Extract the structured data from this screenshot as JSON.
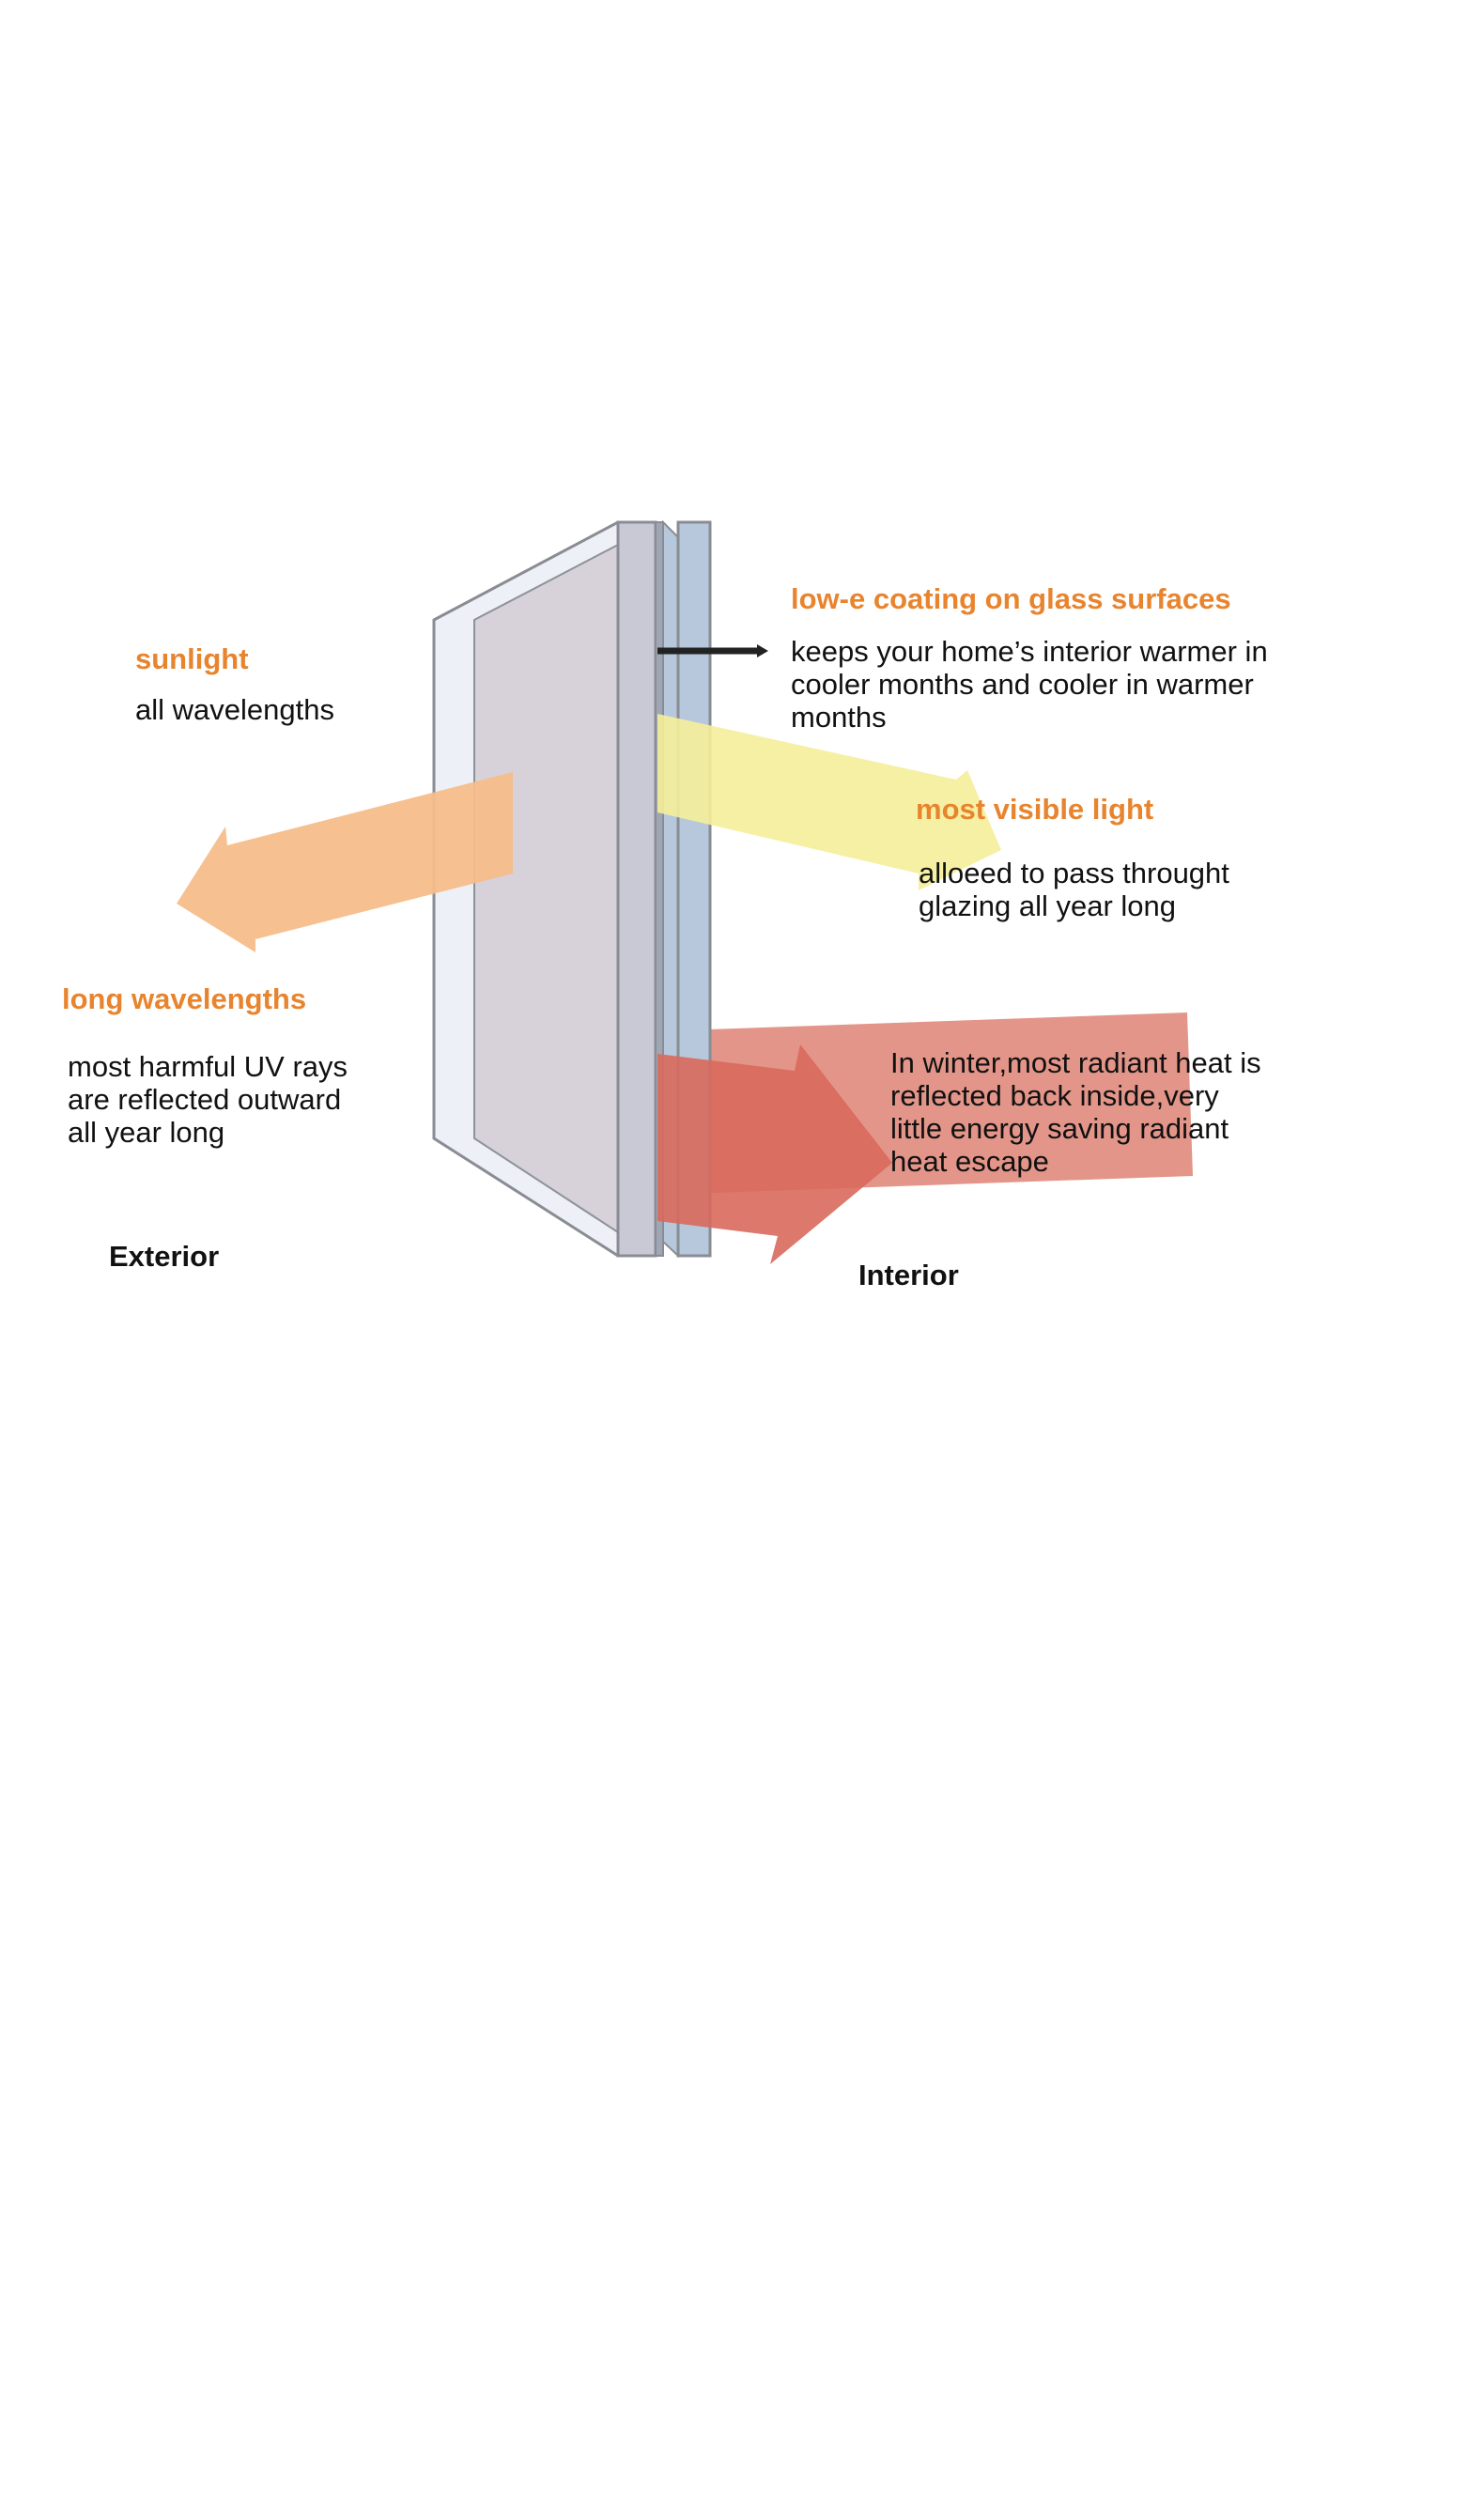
{
  "colors": {
    "accent_text": "#e8842e",
    "body_text": "#111111",
    "glass_edge": "#8a8c94",
    "glass_fill": "#d7d2dc",
    "pane_blue": "#b7c8dc",
    "sunlight_arrow": "#f6bd8b",
    "visible_light_arrow": "#f5ee9a",
    "radiant_heat_box": "#e08a7c",
    "radiant_heat_arrow": "#d8695c",
    "low_e_pointer": "#222222"
  },
  "labels": {
    "sunlight_title": "sunlight",
    "sunlight_body": "all wavelengths",
    "lowe_title": "low-e coating on glass surfaces",
    "lowe_body": "keeps your home’s interior warmer in\ncooler months and cooler in warmer\nmonths",
    "visible_title": "most visible light",
    "visible_body": "alloeed to pass throught\nglazing all year long",
    "long_title": "long wavelengths",
    "long_body": "most harmful UV rays\nare reflected outward\nall year long",
    "heat_body": "In winter,most radiant heat is\nreflected back inside,very\nlittle energy saving radiant\nheat escape",
    "exterior": "Exterior",
    "interior": "Interior"
  }
}
